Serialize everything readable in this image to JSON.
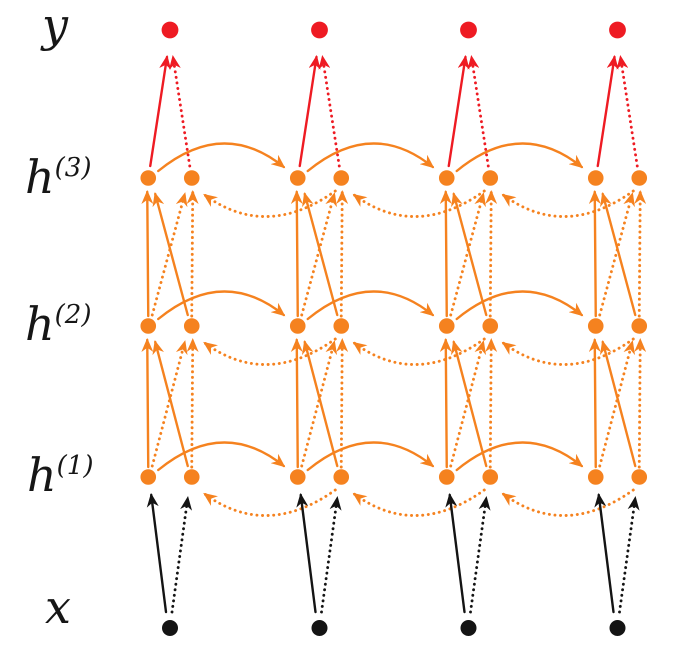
{
  "labels": {
    "y": {
      "base": "y",
      "sup": ""
    },
    "h3": {
      "base": "h",
      "sup": "(3)"
    },
    "h2": {
      "base": "h",
      "sup": "(2)"
    },
    "h1": {
      "base": "h",
      "sup": "(1)"
    },
    "x": {
      "base": "x",
      "sup": ""
    }
  },
  "colors": {
    "hidden": "#F5821F",
    "output": "#EE1B23",
    "input": "#141414",
    "label": "#161616",
    "background": "#FFFFFF"
  },
  "structure": {
    "time_steps": 4,
    "hidden_layers": 3,
    "nodes_per_hidden_step": 2,
    "streams": {
      "forward": {
        "line_style": "solid"
      },
      "backward": {
        "line_style": "dotted"
      }
    }
  }
}
